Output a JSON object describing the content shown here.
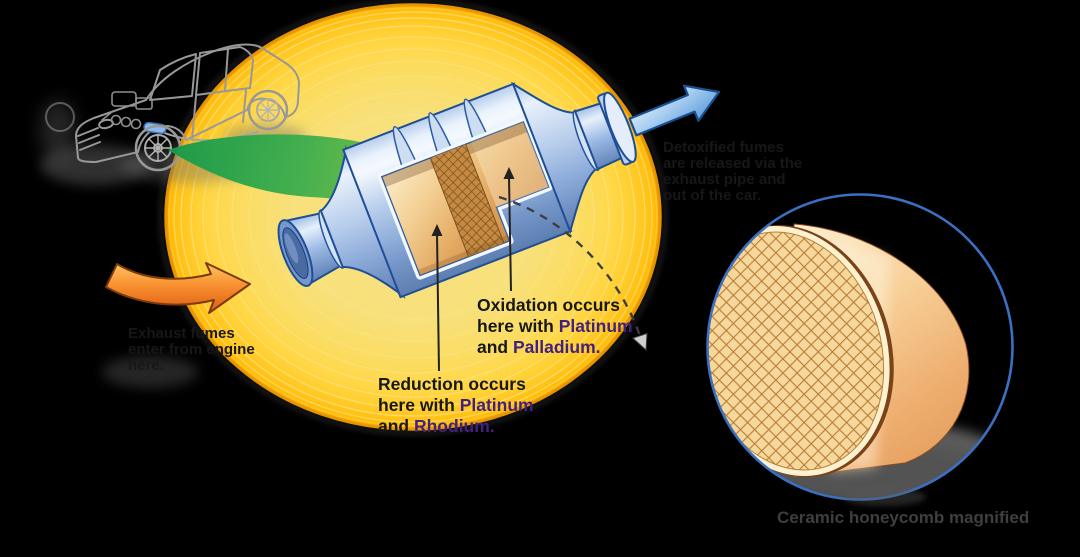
{
  "labels": {
    "exhaust_in": {
      "line1": "Exhaust fumes",
      "line2": "enter from engine",
      "line3": "here."
    },
    "detoxified_out": {
      "line1": "Detoxified fumes",
      "line2": "are released via the",
      "line3": "exhaust pipe and",
      "line4": "out of the car."
    },
    "reduction": {
      "line1": "Reduction occurs",
      "line2_prefix": "here with ",
      "line2_metal": "Platinum",
      "line3_prefix": "and ",
      "line3_metal": "Rhodium."
    },
    "oxidation": {
      "line1": "Oxidation occurs",
      "line2_prefix": "here with ",
      "line2_metal": "Platinum",
      "line3_prefix": "and ",
      "line3_metal": "Palladium."
    },
    "caption": "Ceramic honeycomb magnified"
  },
  "colors": {
    "metal_name_purple": "#42217e",
    "label_text": "#171717",
    "caption_text": "#3f3f3f",
    "halo_yellow": "#ffd435",
    "converter_blue": "#9ab9e4",
    "converter_outline": "#1f4e96",
    "interior_tan": "#eec07f",
    "inlet_arrow_orange": "#f68b2a",
    "outlet_arrow_blue": "#4f93d8",
    "flow_green": "#3fae4d",
    "detail_circle_outline": "#3a70c2"
  }
}
